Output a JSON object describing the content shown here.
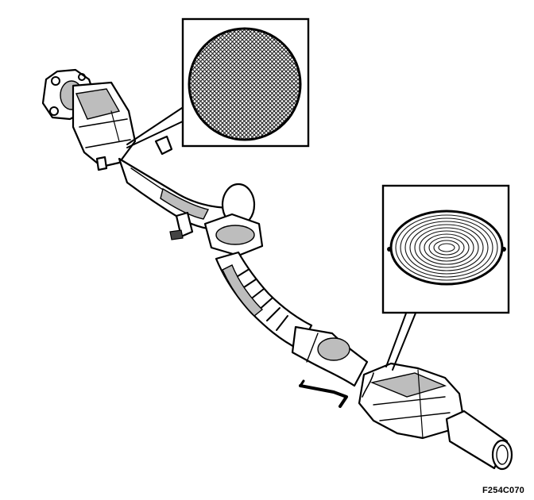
{
  "figure_code": "F254C070",
  "callouts": [
    {
      "id": "upper",
      "depicts": "precatalyst-mesh-round"
    },
    {
      "id": "lower",
      "depicts": "main-catalyst-honeycomb-oval"
    }
  ],
  "colors": {
    "ink": "#000000",
    "background": "#ffffff",
    "shade": "#bdbdbd"
  }
}
